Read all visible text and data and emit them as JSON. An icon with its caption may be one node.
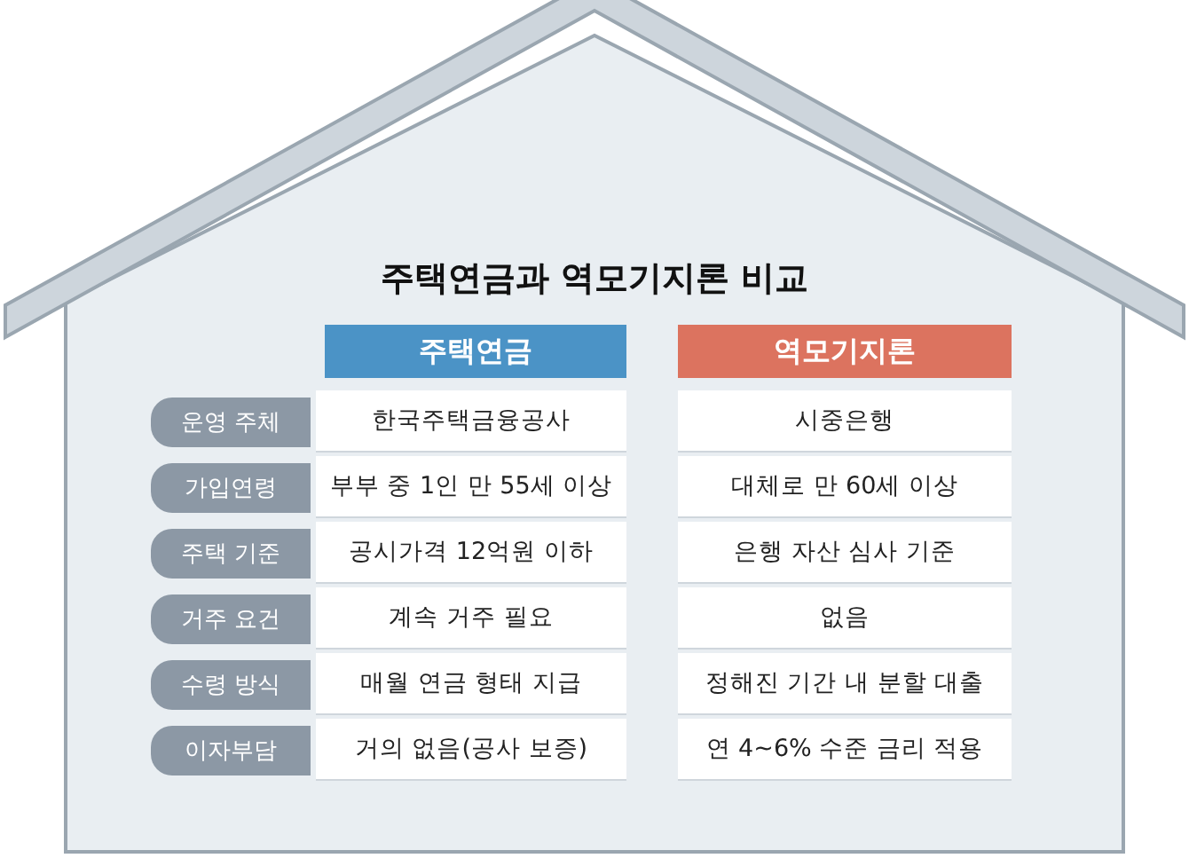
{
  "diagram": {
    "title": "주택연금과 역모기지론 비교",
    "labels": [
      "주택연금",
      "역모기지론",
      "운영 주체",
      "한국주택금융공사",
      "시중은행",
      "가입연령",
      "부부 중 1인 만 55세 이상",
      "대체로 만 60세 이상",
      "주택 기준",
      "공시가격 12억원 이하",
      "은행 자산 심사 기준",
      "거주 요건",
      "계속 거주 필요",
      "없음",
      "수령 방식",
      "매월 연금 형태 지급",
      "정해진 기간 내 분할 대출",
      "이자부담",
      "거의 없음(공사 보증)",
      "연 4~6% 수준 금리 적용"
    ]
  }
}
